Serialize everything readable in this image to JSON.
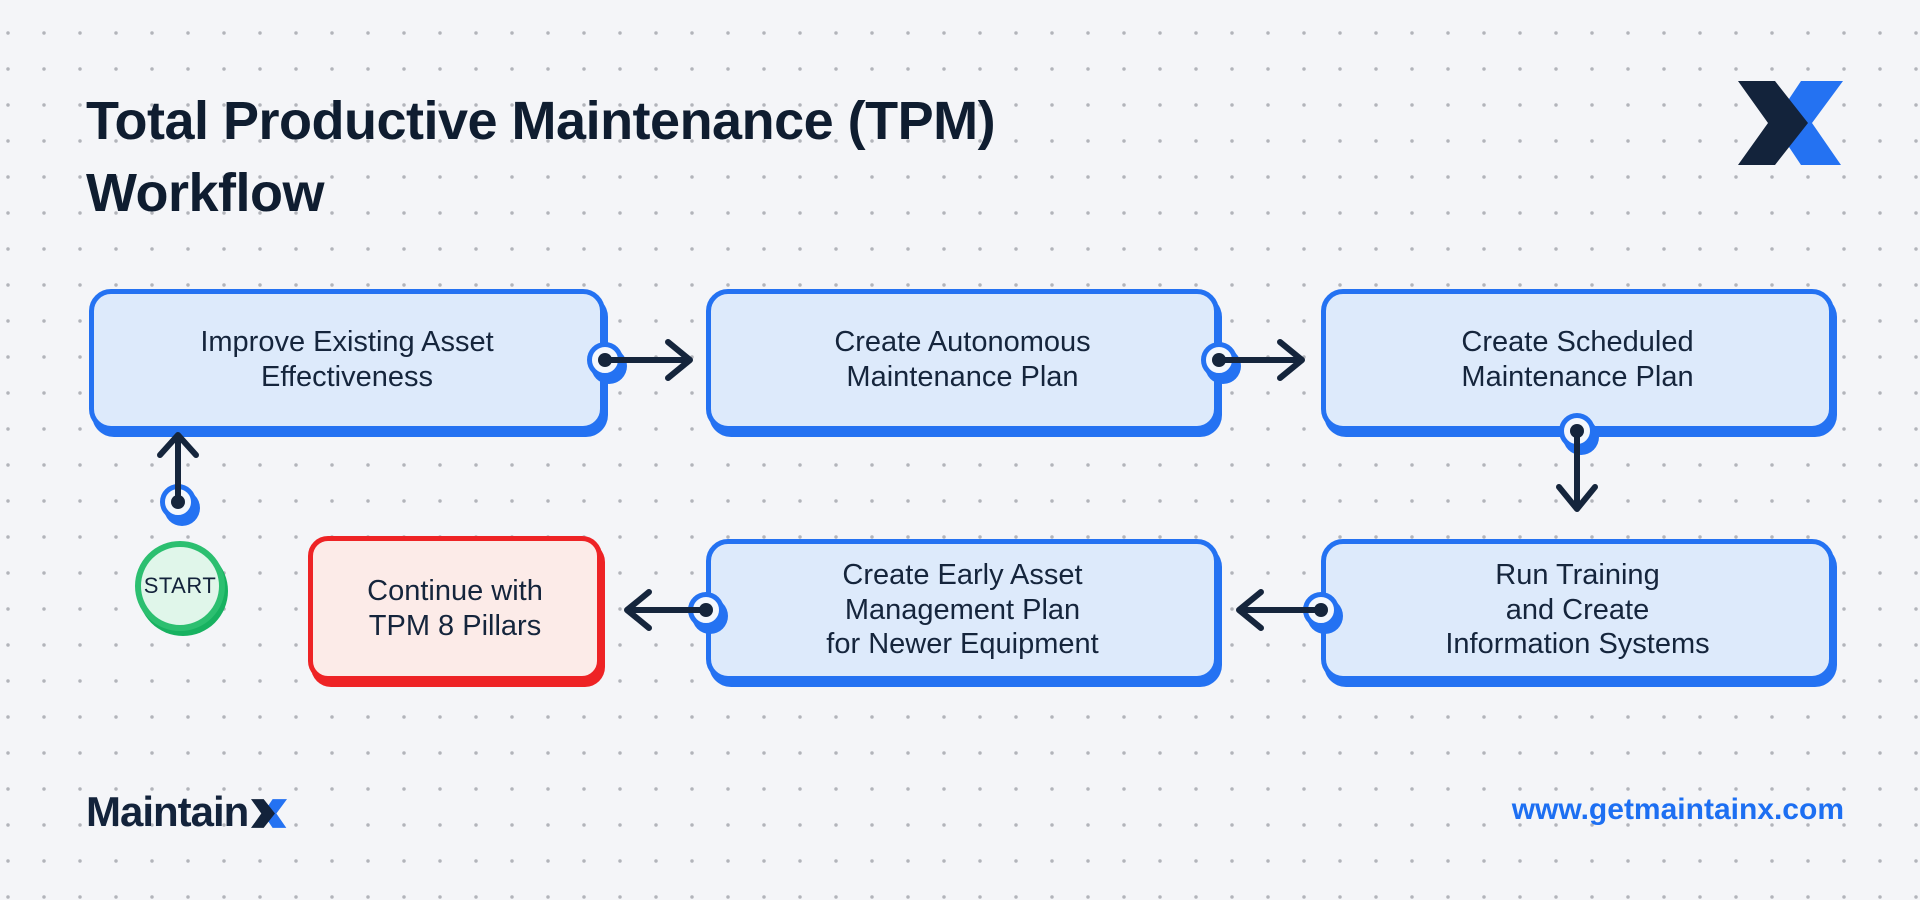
{
  "header": {
    "title": "Total Productive Maintenance (TPM)\nWorkflow"
  },
  "flow": {
    "start_label": "START",
    "nodes": [
      {
        "id": "n1",
        "label": "Improve Existing Asset\nEffectiveness",
        "type": "process"
      },
      {
        "id": "n2",
        "label": "Create Autonomous\nMaintenance Plan",
        "type": "process"
      },
      {
        "id": "n3",
        "label": "Create Scheduled\nMaintenance Plan",
        "type": "process"
      },
      {
        "id": "n4",
        "label": "Run Training\nand Create\nInformation Systems",
        "type": "process"
      },
      {
        "id": "n5",
        "label": "Create Early Asset\nManagement Plan\nfor Newer Equipment",
        "type": "process"
      },
      {
        "id": "n6",
        "label": "Continue with\nTPM 8 Pillars",
        "type": "terminal"
      }
    ],
    "edges": [
      {
        "from": "start",
        "to": "n1"
      },
      {
        "from": "n1",
        "to": "n2"
      },
      {
        "from": "n2",
        "to": "n3"
      },
      {
        "from": "n3",
        "to": "n4"
      },
      {
        "from": "n4",
        "to": "n5"
      },
      {
        "from": "n5",
        "to": "n6"
      }
    ]
  },
  "footer": {
    "brand_text": "Maintain",
    "brand_suffix": "X",
    "website": "www.getmaintainx.com"
  },
  "colors": {
    "background": "#f4f5f8",
    "dot_grid": "#b2b4ba",
    "navy": "#15253c",
    "accent_blue": "#2472f2",
    "node_fill": "#ddeafb",
    "terminal_border": "#ee2325",
    "terminal_fill": "#fcebe8",
    "start_border": "#2cbf70",
    "start_fill": "#e0f6ea",
    "link_blue": "#1d6ff2"
  }
}
